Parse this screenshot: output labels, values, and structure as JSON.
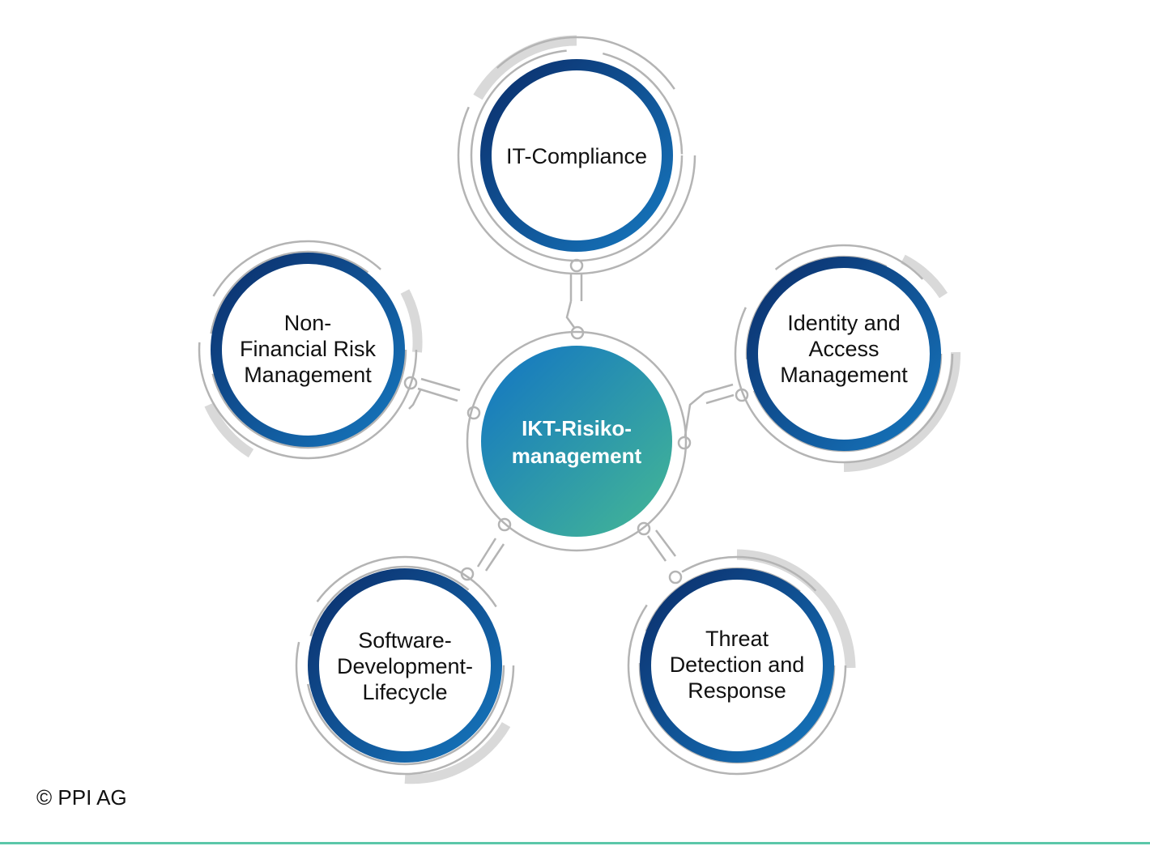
{
  "center": {
    "line1": "IKT-Risiko-",
    "line2": "management"
  },
  "nodes": [
    {
      "id": "it-compliance",
      "lines": [
        "IT-Compliance"
      ]
    },
    {
      "id": "identity-access",
      "lines": [
        "Identity and",
        "Access",
        "Management"
      ]
    },
    {
      "id": "threat-detection",
      "lines": [
        "Threat",
        "Detection and",
        "Response"
      ]
    },
    {
      "id": "sdlc",
      "lines": [
        "Software-",
        "Development-",
        "Lifecycle"
      ]
    },
    {
      "id": "non-financial-risk",
      "lines": [
        "Non-",
        "Financial Risk",
        "Management"
      ]
    }
  ],
  "footer": {
    "copyright": "© PPI AG"
  },
  "colors": {
    "ring_dark": "#0b2e6b",
    "ring_light": "#1677be",
    "center_start": "#1274c4",
    "center_end": "#45b894",
    "outline_gray": "#b4b4b4",
    "arc_light_gray": "#d9d9d9",
    "rule_green": "#5bc7a9"
  }
}
